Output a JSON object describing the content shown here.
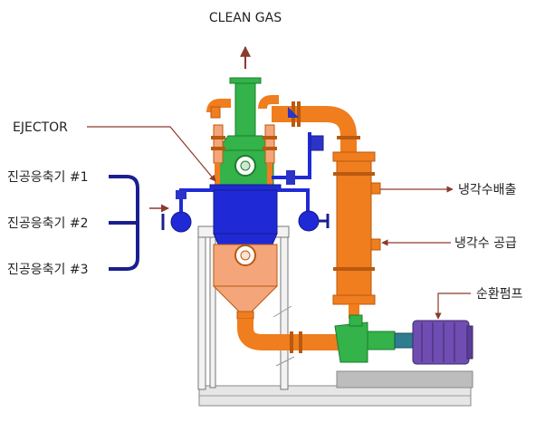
{
  "labels": {
    "clean_gas": "CLEAN GAS",
    "ejector": "EJECTOR",
    "condenser_1": "진공응축기 #1",
    "condenser_2": "진공응축기 #2",
    "condenser_3": "진공응축기 #3",
    "cooling_water_out": "냉각수배출",
    "cooling_water_in": "냉각수 공급",
    "circulation_pump": "순환펌프"
  },
  "colors": {
    "green": "#33b34a",
    "orange": "#f07d1e",
    "blue": "#1f2ad6",
    "navy": "#1a1f8f",
    "purple": "#6f4db3",
    "salmon": "#f4a57a",
    "frame": "#777777",
    "base": "#c9c9c9",
    "arrow": "#8a3a2e"
  }
}
